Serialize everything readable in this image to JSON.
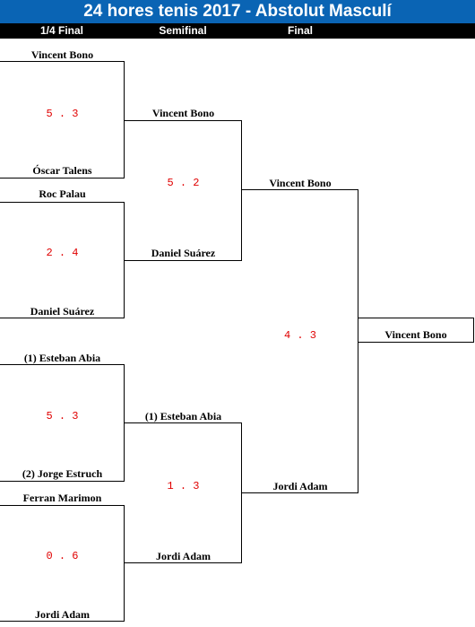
{
  "title": "24 hores tenis 2017 - Abstolut Masculí",
  "rounds": [
    "1/4 Final",
    "Semifinal",
    "Final"
  ],
  "colors": {
    "title_bg": "#0a64b4",
    "round_bar": "#000000",
    "score": "#e00000"
  },
  "quarterfinals": [
    {
      "top": "Vincent Bono",
      "bottom": "Óscar Talens",
      "score": "5 . 3"
    },
    {
      "top": "Roc Palau",
      "bottom": "Daniel Suárez",
      "score": "2 . 4"
    },
    {
      "top": "(1) Esteban Abia",
      "bottom": "(2) Jorge Estruch",
      "score": "5 . 3"
    },
    {
      "top": "Ferran Marimon",
      "bottom": "Jordi Adam",
      "score": "0 . 6"
    }
  ],
  "semifinals": [
    {
      "top": "Vincent Bono",
      "bottom": "Daniel Suárez",
      "score": "5 . 2"
    },
    {
      "top": "(1) Esteban Abia",
      "bottom": "Jordi Adam",
      "score": "1 . 3"
    }
  ],
  "final": {
    "top": "Vincent Bono",
    "bottom": "Jordi Adam",
    "score": "4 . 3"
  },
  "champion": "Vincent Bono"
}
